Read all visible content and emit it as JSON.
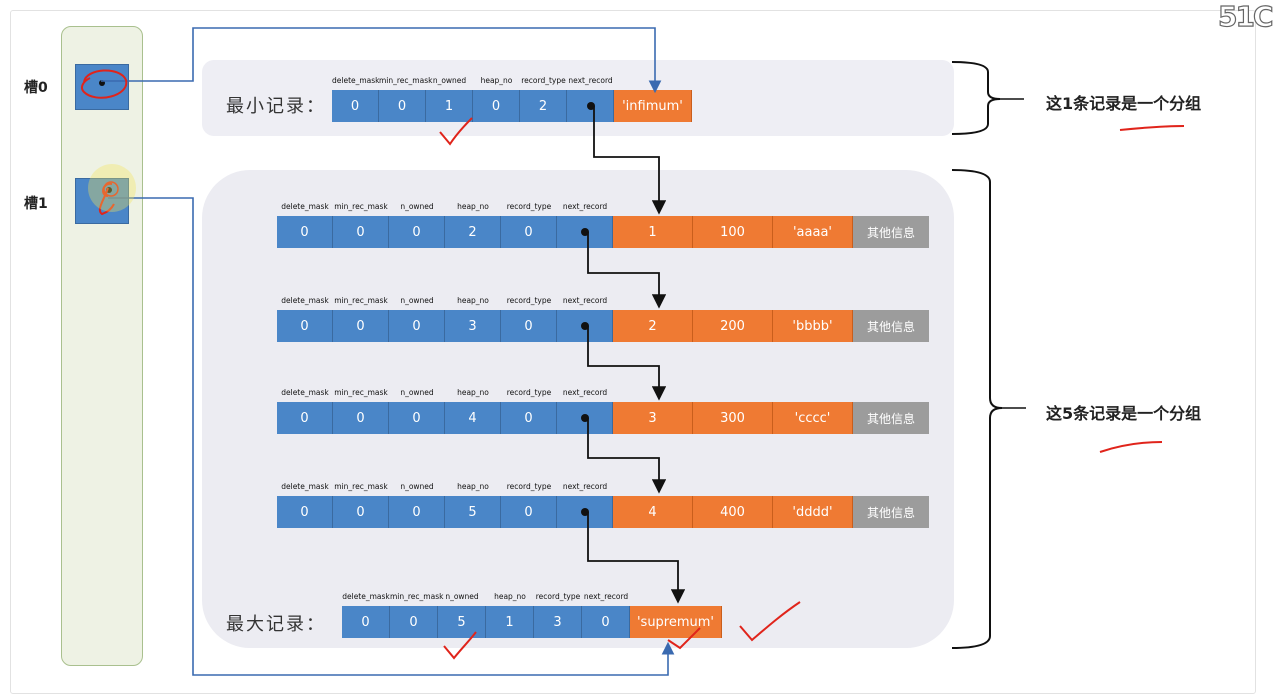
{
  "logo": "51C",
  "slots": [
    {
      "label": "槽0"
    },
    {
      "label": "槽1"
    }
  ],
  "min_record": {
    "title": "最小记录：",
    "headers": [
      "delete_mask",
      "min_rec_mask",
      "n_owned",
      "heap_no",
      "record_type",
      "next_record"
    ],
    "header_values": [
      "0",
      "0",
      "1",
      "0",
      "2"
    ],
    "data_cells": [
      "'infimum'"
    ]
  },
  "user_records": [
    {
      "headers": [
        "delete_mask",
        "min_rec_mask",
        "n_owned",
        "heap_no",
        "record_type",
        "next_record"
      ],
      "header_values": [
        "0",
        "0",
        "0",
        "2",
        "0"
      ],
      "data_cells": [
        "1",
        "100",
        "'aaaa'"
      ],
      "extra": "其他信息"
    },
    {
      "headers": [
        "delete_mask",
        "min_rec_mask",
        "n_owned",
        "heap_no",
        "record_type",
        "next_record"
      ],
      "header_values": [
        "0",
        "0",
        "0",
        "3",
        "0"
      ],
      "data_cells": [
        "2",
        "200",
        "'bbbb'"
      ],
      "extra": "其他信息"
    },
    {
      "headers": [
        "delete_mask",
        "min_rec_mask",
        "n_owned",
        "heap_no",
        "record_type",
        "next_record"
      ],
      "header_values": [
        "0",
        "0",
        "0",
        "4",
        "0"
      ],
      "data_cells": [
        "3",
        "300",
        "'cccc'"
      ],
      "extra": "其他信息"
    },
    {
      "headers": [
        "delete_mask",
        "min_rec_mask",
        "n_owned",
        "heap_no",
        "record_type",
        "next_record"
      ],
      "header_values": [
        "0",
        "0",
        "0",
        "5",
        "0"
      ],
      "data_cells": [
        "4",
        "400",
        "'dddd'"
      ],
      "extra": "其他信息"
    }
  ],
  "max_record": {
    "title": "最大记录：",
    "headers": [
      "delete_mask",
      "min_rec_mask",
      "n_owned",
      "heap_no",
      "record_type",
      "next_record"
    ],
    "header_values": [
      "0",
      "0",
      "5",
      "1",
      "3",
      "0"
    ],
    "data_cells": [
      "'supremum'"
    ]
  },
  "notes": {
    "group1": "这1条记录是一个分组",
    "group2": "这5条记录是一个分组"
  },
  "colors": {
    "header_blue": "#4a86c8",
    "data_orange": "#ef7a33",
    "extra_gray": "#9c9c9c",
    "annotation_red": "#e0241b",
    "link_blue": "#3a6ab0"
  }
}
